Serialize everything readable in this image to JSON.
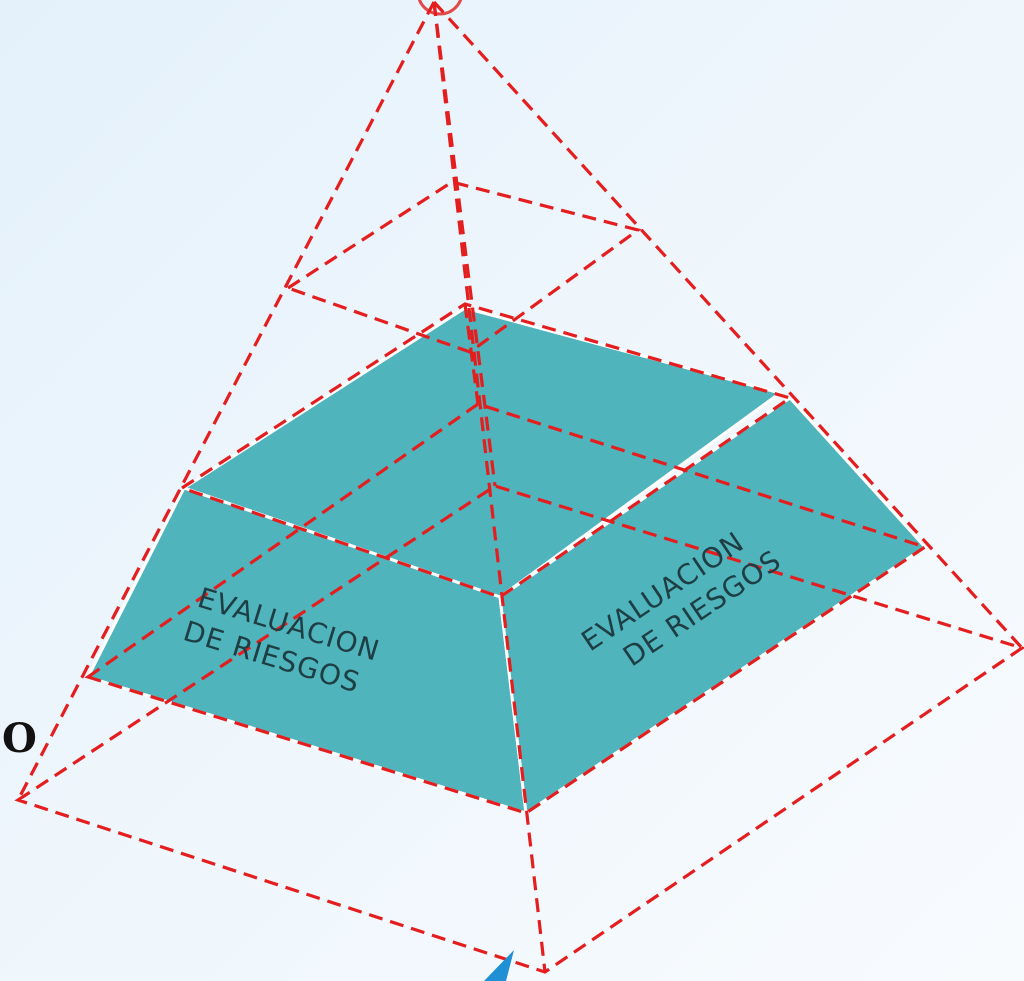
{
  "colors": {
    "face_fill": "#4fb4bb",
    "dash_stroke": "#e41e1e",
    "apex_circle": "#e24a4a",
    "arrow_blue": "#1f8fd6"
  },
  "faces": {
    "front_left": {
      "line1": "EVALUACION",
      "line2": "DE RIESGOS"
    },
    "front_right": {
      "line1": "EVALUACION",
      "line2": "DE RIESGOS"
    }
  },
  "edge_text": "O"
}
